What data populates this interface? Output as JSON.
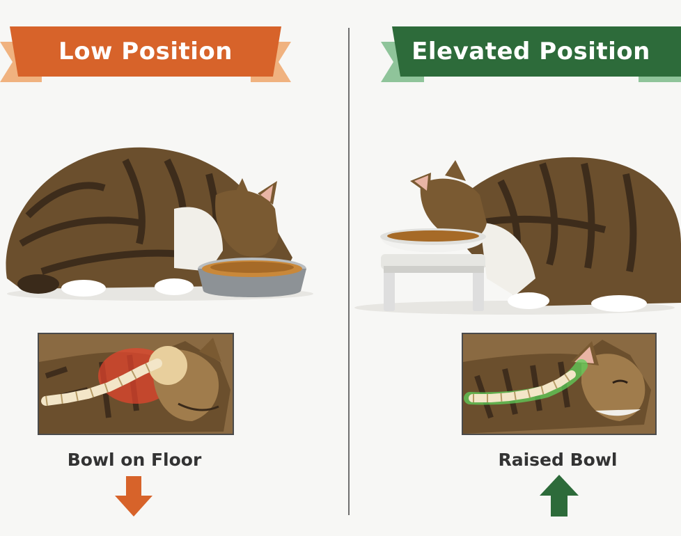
{
  "left": {
    "banner": "Low Position",
    "caption": "Bowl on Floor",
    "colors": {
      "banner": "#d7632a",
      "banner_tail": "#f0b27f",
      "arrow": "#d7632a",
      "strain": "#e8452d"
    }
  },
  "right": {
    "banner": "Elevated Position",
    "caption": "Raised Bowl",
    "colors": {
      "banner": "#2d6b3a",
      "banner_tail": "#8fc49a",
      "arrow": "#2d6b3a",
      "support": "#5fcf5a"
    }
  },
  "icons": {
    "down": "arrow-down-icon",
    "up": "arrow-up-icon"
  }
}
